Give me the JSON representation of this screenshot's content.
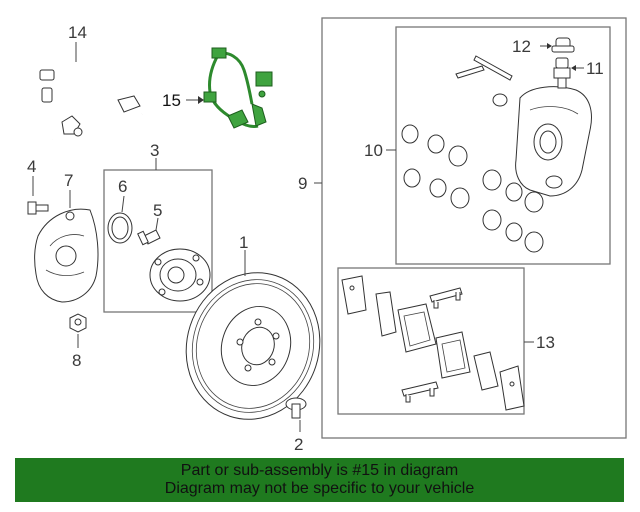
{
  "highlight_color": "#2d8a2d",
  "banner": {
    "background": "#1f7a1f",
    "line1": "Part or sub-assembly is #15 in diagram",
    "line2": "Diagram may not be specific to your vehicle"
  },
  "callouts": {
    "c1": "1",
    "c2": "2",
    "c3": "3",
    "c4": "4",
    "c5": "5",
    "c6": "6",
    "c7": "7",
    "c8": "8",
    "c9": "9",
    "c10": "10",
    "c11": "11",
    "c12": "12",
    "c13": "13",
    "c14": "14",
    "c15": "15"
  }
}
